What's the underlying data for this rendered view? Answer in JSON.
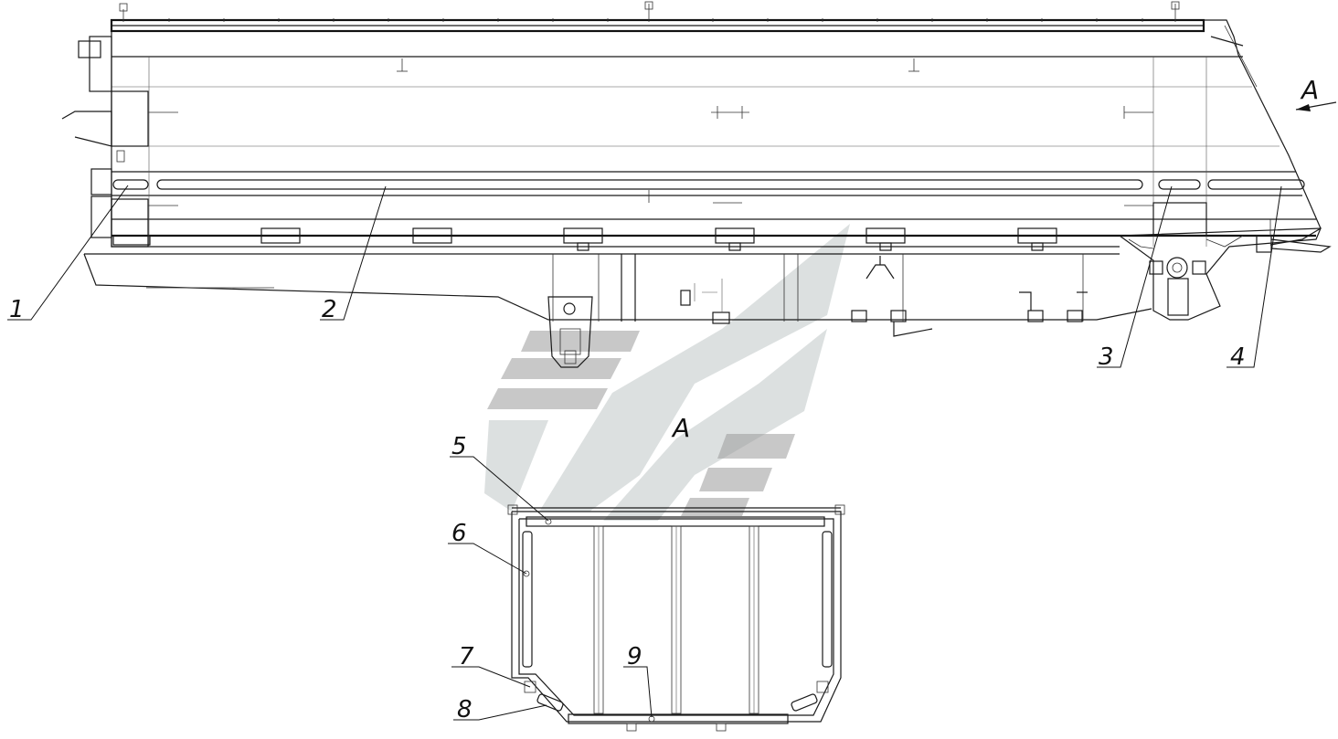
{
  "drawing": {
    "view_marker": "A",
    "section_view_label": "A",
    "callouts": [
      "1",
      "2",
      "3",
      "4",
      "5",
      "6",
      "7",
      "8",
      "9"
    ]
  },
  "colors": {
    "line": "#1a1a1a",
    "watermark": "#bfc7c7",
    "watermark_dark": "#9a9a9a"
  }
}
